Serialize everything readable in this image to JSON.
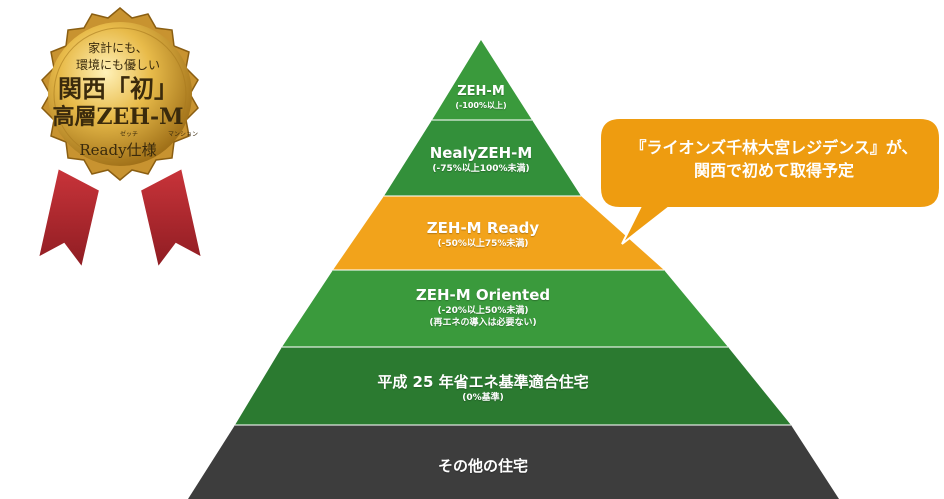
{
  "badge": {
    "line1": "家計にも、",
    "line2": "環境にも優しい",
    "line3": "関西「初」",
    "line4": "高層ZEH-M",
    "ruby_left": "ゼッチ",
    "ruby_right": "マンション",
    "line5": "Ready仕様"
  },
  "callout": {
    "line1": "『ライオンズ千林大宮レジデンス』が、",
    "line2": "関西で初めて取得予定"
  },
  "pyramid": {
    "levels": [
      {
        "title": "ZEH-M",
        "sub1": "(-100%以上)",
        "sub2": ""
      },
      {
        "title": "NealyZEH-M",
        "sub1": "(-75%以上100%未満)",
        "sub2": ""
      },
      {
        "title": "ZEH-M Ready",
        "sub1": "(-50%以上75%未満)",
        "sub2": ""
      },
      {
        "title": "ZEH-M Oriented",
        "sub1": "(-20%以上50%未満)",
        "sub2": "(再エネの導入は必要ない)"
      },
      {
        "title": "平成 25 年省エネ基準適合住宅",
        "sub1": "(0%基準)",
        "sub2": ""
      },
      {
        "title": "その他の住宅",
        "sub1": "",
        "sub2": ""
      }
    ]
  },
  "colors": {
    "green_light": "#3a9a3c",
    "green_mid": "#2f8a33",
    "green_dark": "#2b7a30",
    "orange": "#f2a31b",
    "gray_dark": "#3d3d3d",
    "gold": "#d9a532",
    "ribbon": "#b5272d"
  }
}
